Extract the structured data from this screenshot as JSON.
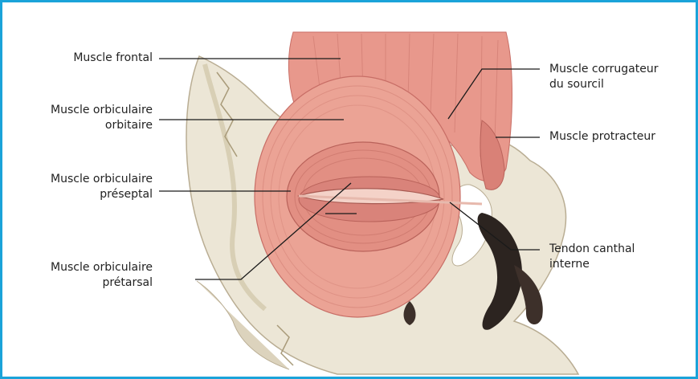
{
  "colors": {
    "frame": "#1aa3d9",
    "leader": "#1a1a1a",
    "muscle": "#e8988c",
    "muscle_dark": "#c86e66",
    "bone": "#ece6d6",
    "bone_shadow": "#b9ad93",
    "text": "#222222"
  },
  "labels": {
    "frontal": {
      "line1": "Muscle frontal"
    },
    "orb_orbitaire": {
      "line1": "Muscle orbiculaire",
      "line2": "orbitaire"
    },
    "orb_preseptal": {
      "line1": "Muscle orbiculaire",
      "line2": "préseptal"
    },
    "orb_pretarsal": {
      "line1": "Muscle orbiculaire",
      "line2": "prétarsal"
    },
    "corrugateur": {
      "line1": "Muscle corrugateur",
      "line2": "du sourcil"
    },
    "protracteur": {
      "line1": "Muscle protracteur"
    },
    "tendon": {
      "line1": "Tendon canthal",
      "line2": "interne"
    }
  },
  "icons": {
    "illustration": "eyelid-muscle-anatomy-illustration"
  }
}
